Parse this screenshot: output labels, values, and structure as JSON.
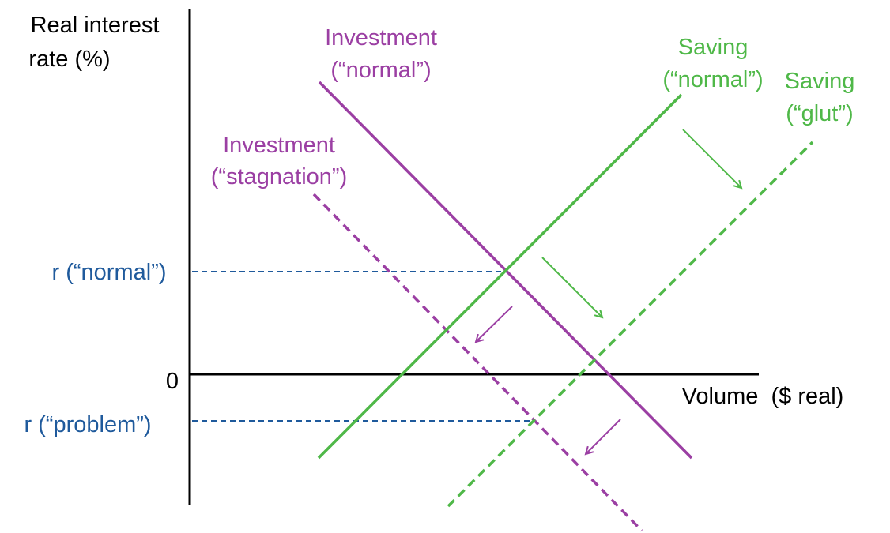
{
  "colors": {
    "investment": "#9b3fa3",
    "saving": "#4fb848",
    "rate": "#1f5a9c",
    "axis": "#000000"
  },
  "axes": {
    "y_label_line1": "Real interest",
    "y_label_line2": "rate (%)",
    "x_label": "Volume  ($ real)",
    "zero": "0"
  },
  "rates": {
    "normal": "r (“normal”)",
    "problem": "r (“problem”)"
  },
  "curves": {
    "investment_normal": {
      "line1": "Investment",
      "line2": "(“normal”)"
    },
    "investment_stagnation": {
      "line1": "Investment",
      "line2": "(“stagnation”)"
    },
    "saving_normal": {
      "line1": "Saving",
      "line2": "(“normal”)"
    },
    "saving_glut": {
      "line1": "Saving",
      "line2": "(“glut”)"
    }
  }
}
